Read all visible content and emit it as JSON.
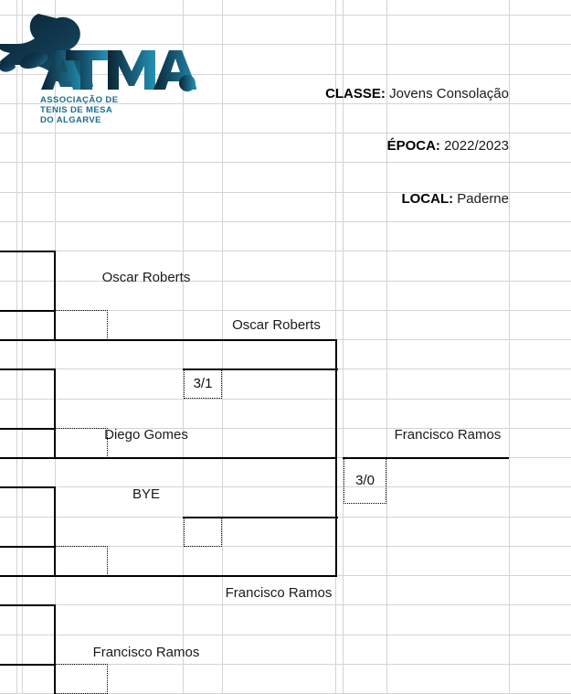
{
  "document": {
    "type": "tournament-bracket-spreadsheet",
    "organization": {
      "acronym": "ATMA.",
      "line1": "ASSOCIAÇÃO DE",
      "line2": "TENIS DE MESA",
      "line3": "DO ALGARVE",
      "logo_icon": "table-tennis-player-icon",
      "brand_dark": "#0d2b3e",
      "brand_teal": "#1b7f9e"
    },
    "header": {
      "fields": [
        {
          "label": "CLASSE:",
          "value": "Jovens Consolação"
        },
        {
          "label": "ÉPOCA:",
          "value": "2022/2023"
        },
        {
          "label": "LOCAL:",
          "value": "Paderne"
        }
      ]
    }
  },
  "bracket": {
    "rounds": [
      {
        "name": "round-1",
        "matches": [
          {
            "winner": "Oscar Roberts",
            "score": ""
          },
          {
            "winner": "Diego Gomes",
            "score": ""
          },
          {
            "winner": "BYE",
            "score": ""
          },
          {
            "winner": "Francisco Ramos",
            "score": ""
          }
        ]
      },
      {
        "name": "round-2",
        "matches": [
          {
            "winner": "Oscar Roberts",
            "score": "3/1"
          },
          {
            "winner": "Francisco Ramos",
            "score": ""
          }
        ]
      },
      {
        "name": "final",
        "matches": [
          {
            "winner": "Francisco Ramos",
            "score": "3/0"
          }
        ]
      }
    ],
    "labels": {
      "r1_m1": "Oscar Roberts",
      "r1_m2": "Diego Gomes",
      "r1_m3": "BYE",
      "r1_m4": "Francisco Ramos",
      "r2_m1": "Oscar Roberts",
      "r2_m2": "Francisco Ramos",
      "final_winner": "Francisco Ramos",
      "score_r2_m1": "3/1",
      "score_final": "3/0"
    }
  },
  "grid": {
    "columns_x": [
      18,
      24,
      60,
      200,
      243,
      367,
      375,
      423,
      557
    ],
    "rows_y": [
      16,
      48,
      81,
      113,
      145,
      177,
      210,
      242,
      274,
      307,
      339,
      371,
      403,
      436,
      468,
      500,
      532,
      565,
      597,
      629,
      661,
      694,
      726,
      758
    ],
    "line_color": "#d4d4d4"
  }
}
